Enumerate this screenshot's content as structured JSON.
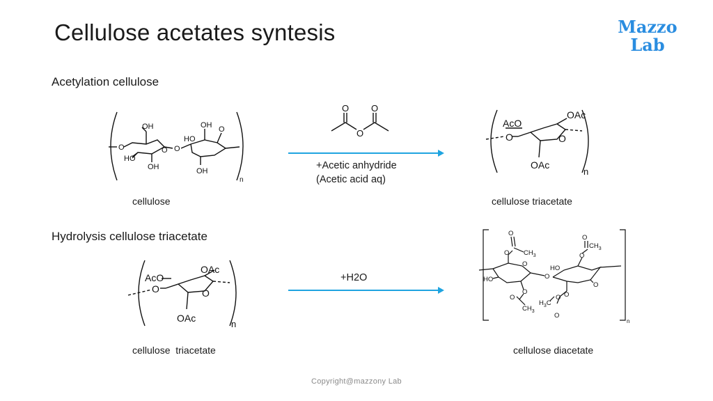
{
  "slide": {
    "title": "Cellulose acetates syntesis",
    "logo_line1": "Mazzo",
    "logo_line2": "Lab",
    "logo_color": "#2a8de0",
    "arrow_color": "#1fa4e0",
    "footer": "Copyright@mazzony Lab"
  },
  "sections": {
    "acetylation": "Acetylation cellulose",
    "hydrolysis": "Hydrolysis cellulose triacetate"
  },
  "reactions": {
    "acetylation": {
      "reagent_line1": "+Acetic anhydride",
      "reagent_line2": "(Acetic acid aq)",
      "reactant_caption": "cellulose",
      "product_caption": "cellulose triacetate"
    },
    "hydrolysis": {
      "reagent": "+H2O",
      "reactant_caption": "cellulose  triacetate",
      "product_caption": "cellulose diacetate"
    }
  },
  "structures": {
    "cellulose": {
      "oh": "OH",
      "ho": "HO",
      "o": "O",
      "n": "n"
    },
    "triacetate": {
      "aco": "AcO",
      "oac": "OAc",
      "o": "O",
      "n": "n"
    },
    "anhydride": {
      "o": "O"
    },
    "diacetate": {
      "ch3": "CH",
      "sub3": "3",
      "h3c": "H",
      "c": "C",
      "o": "O",
      "ho": "HO",
      "n": "n"
    }
  }
}
